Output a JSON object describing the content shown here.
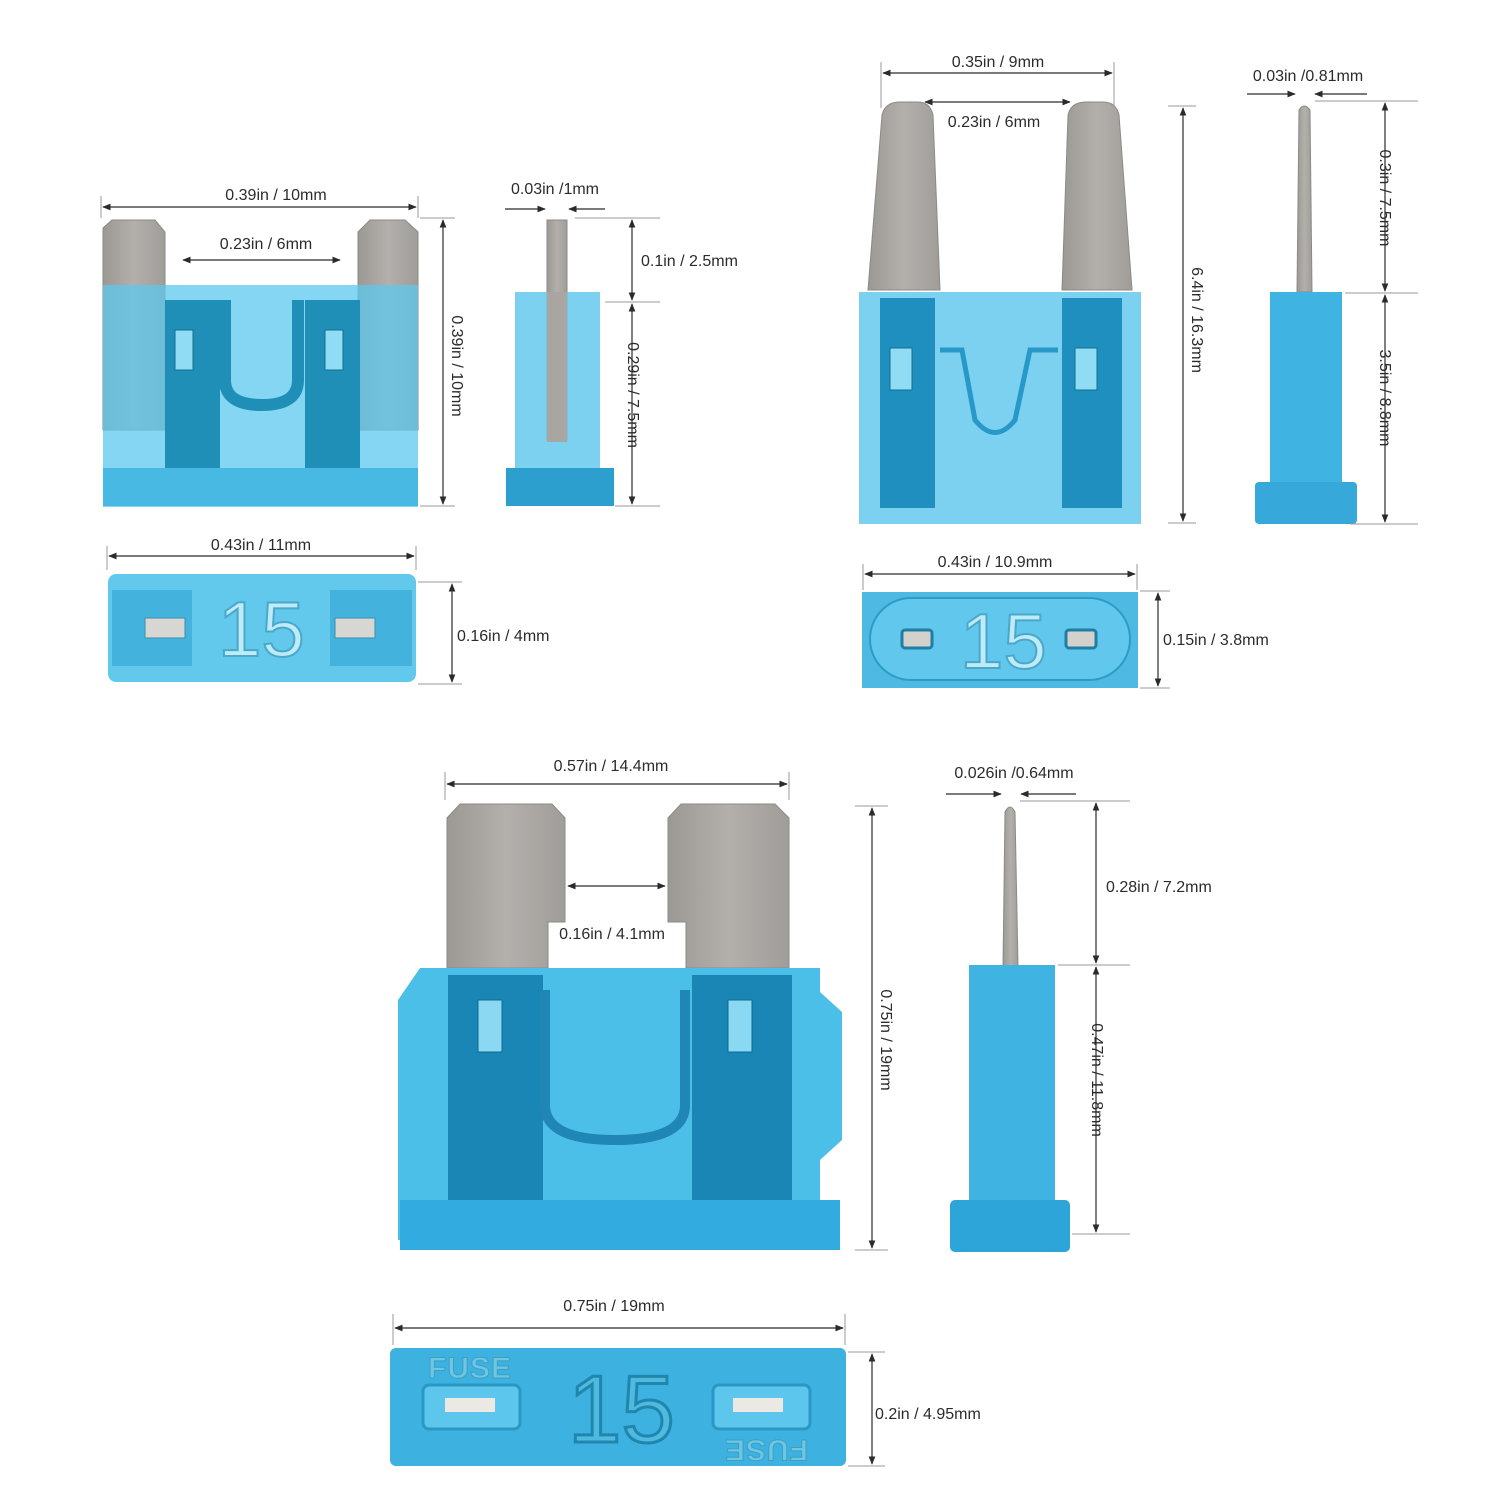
{
  "colors": {
    "fuse_body": "#3fb6e0",
    "fuse_dark": "#1789b6",
    "blade_metal": "#a8a5a1",
    "dimension_line": "#2b2b2b"
  },
  "fuse_number": "15",
  "fuse_word": "FUSE",
  "mini_fuse": {
    "width_label": "0.39in / 10mm",
    "blade_gap_label": "0.23in / 6mm",
    "height_label": "0.39in / 10mm",
    "blade_thickness_label": "0.03in /1mm",
    "blade_exposed_label": "0.1in / 2.5mm",
    "body_depth_label": "0.29in / 7.5mm",
    "top_width_label": "0.43in / 11mm",
    "top_depth_label": "0.16in / 4mm"
  },
  "low_profile_mini_fuse": {
    "width_label": "0.35in / 9mm",
    "blade_gap_label": "0.23in / 6mm",
    "height_label": "6.4in / 16.3mm",
    "blade_thickness_label": "0.03in /0.81mm",
    "blade_length_label": "0.3in / 7.5mm",
    "body_height_label": "3.5in / 8.8mm",
    "top_width_label": "0.43in / 10.9mm",
    "top_depth_label": "0.15in / 3.8mm"
  },
  "standard_fuse": {
    "width_label": "0.57in / 14.4mm",
    "blade_gap_label": "0.16in / 4.1mm",
    "height_label": "0.75in / 19mm",
    "blade_thickness_label": "0.026in /0.64mm",
    "blade_length_label": "0.28in / 7.2mm",
    "body_height_label": "0.47in / 11.8mm",
    "top_width_label": "0.75in / 19mm",
    "top_depth_label": "0.2in / 4.95mm"
  }
}
